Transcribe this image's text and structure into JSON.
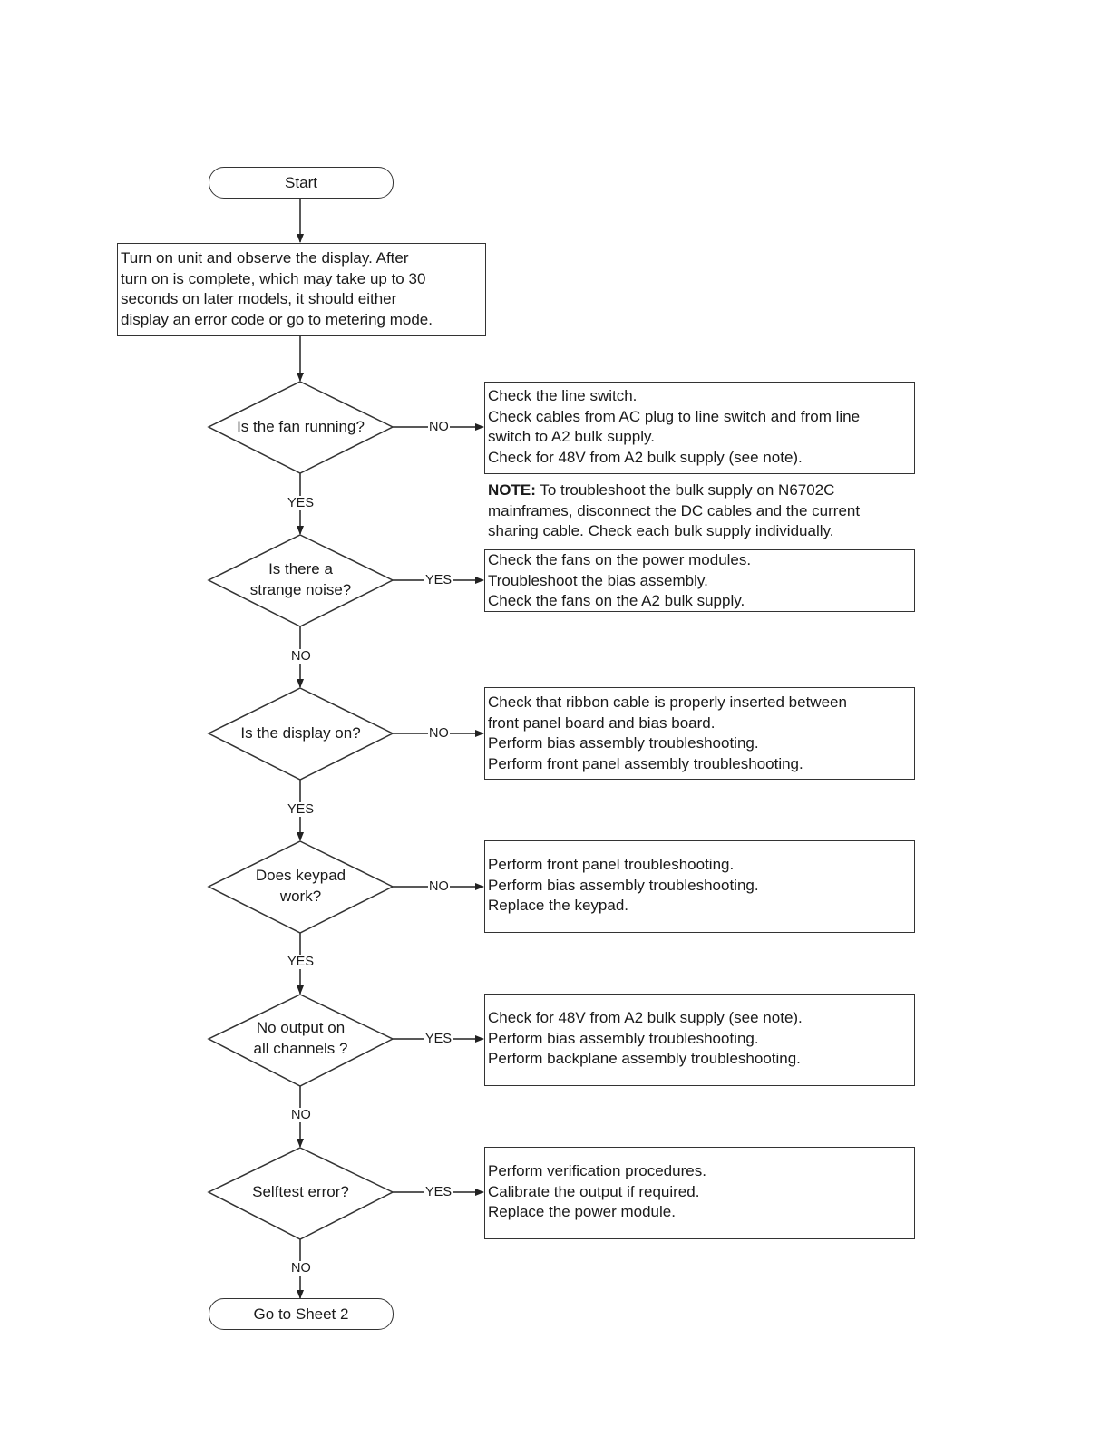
{
  "start": "Start",
  "step1": {
    "lines": [
      "Turn on unit and observe the display. After",
      "turn on is complete, which may take up to 30",
      "seconds on later models, it should either",
      "display an error code or go to metering mode."
    ]
  },
  "decisions": [
    {
      "lines": [
        "Is the fan running?"
      ],
      "down_label": "YES",
      "right_label": "NO"
    },
    {
      "lines": [
        "Is there a",
        "strange noise?"
      ],
      "down_label": "NO",
      "right_label": "YES"
    },
    {
      "lines": [
        "Is the display on?"
      ],
      "down_label": "YES",
      "right_label": "NO"
    },
    {
      "lines": [
        "Does keypad",
        "work?"
      ],
      "down_label": "YES",
      "right_label": "NO"
    },
    {
      "lines": [
        "No output on",
        "all channels ?"
      ],
      "down_label": "NO",
      "right_label": "YES"
    },
    {
      "lines": [
        "Selftest error?"
      ],
      "down_label": "NO",
      "right_label": "YES"
    }
  ],
  "actions": [
    [
      "Check the line switch.",
      "Check cables from AC plug to line switch and from line",
      "switch to A2 bulk supply.",
      "Check for 48V from A2 bulk supply (see note)."
    ],
    [
      "Check the fans on the power modules.",
      "Troubleshoot the bias assembly.",
      "Check the fans on the A2 bulk supply."
    ],
    [
      "Check that ribbon cable is properly inserted between",
      "front panel board and bias board.",
      "Perform bias assembly troubleshooting.",
      "Perform front panel assembly troubleshooting."
    ],
    [
      "Perform front panel troubleshooting.",
      "Perform bias assembly troubleshooting.",
      "Replace the keypad."
    ],
    [
      "Check for 48V from A2 bulk supply (see note).",
      "Perform bias assembly troubleshooting.",
      "Perform backplane assembly troubleshooting."
    ],
    [
      "Perform verification procedures.",
      "Calibrate the output if required.",
      "Replace the power module."
    ]
  ],
  "note": {
    "heading": "NOTE:",
    "line1": "To troubleshoot the bulk supply on N6702C",
    "line2": "mainframes, disconnect the DC cables and the current",
    "line3": "sharing cable. Check each bulk supply individually."
  },
  "end": "Go to Sheet 2"
}
